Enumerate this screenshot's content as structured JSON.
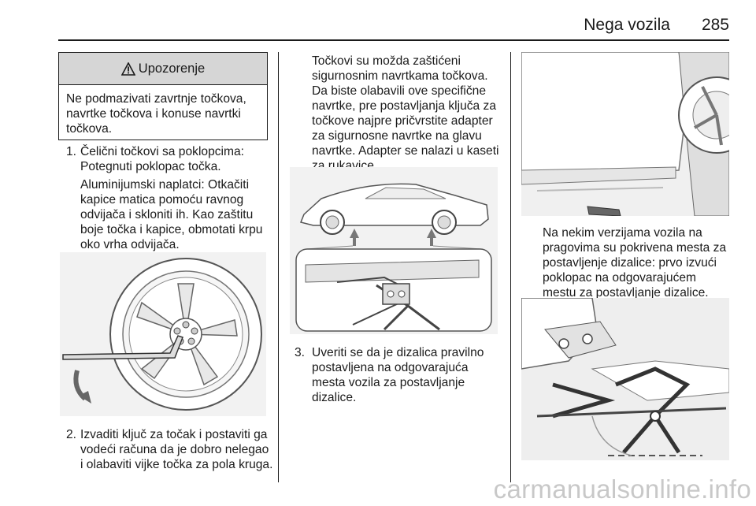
{
  "header": {
    "title": "Nega vozila",
    "page_number": "285"
  },
  "warning": {
    "icon": "warning-triangle-icon",
    "title": "Upozorenje",
    "body": "Ne podmazivati zavrtnje točkova, navrtke točkova i konuse navrtki točkova."
  },
  "left_column": {
    "item1": {
      "number": "1.",
      "text": "Čelični točkovi sa poklopcima: Potegnuti poklopac točka.",
      "aluminum": "Aluminijumski naplatci: Otkačiti kapice matica pomoću ravnog odvijača i skloniti ih. Kao zaštitu boje točka i kapice, obmotati krpu oko vrha odvijača."
    },
    "item2": {
      "number": "2.",
      "text": "Izvaditi ključ za točak i postaviti ga vodeći računa da je dobro nelegao i olabaviti vijke točka za pola kruga."
    }
  },
  "middle_column": {
    "intro": "Točkovi su možda zaštićeni sigurnosnim navrtkama točkova. Da biste olabavili ove specifične navrtke, pre postavljanja ključa za točkove najpre pričvrstite adapter za sigurnosne navrtke na glavu navrtke. Adapter se nalazi u kaseti za rukavice.",
    "item3": {
      "number": "3.",
      "text": "Uveriti se da je dizalica pravilno postavljena na odgovarajuća mesta vozila za postavljanje dizalice."
    }
  },
  "right_column": {
    "text": "Na nekim verzijama vozila na pragovima su pokrivena mesta za postavljenje dizalice: prvo izvući poklopac na odgovarajućem mestu za postavljanje dizalice."
  },
  "watermark": "carmanualsonline.info"
}
